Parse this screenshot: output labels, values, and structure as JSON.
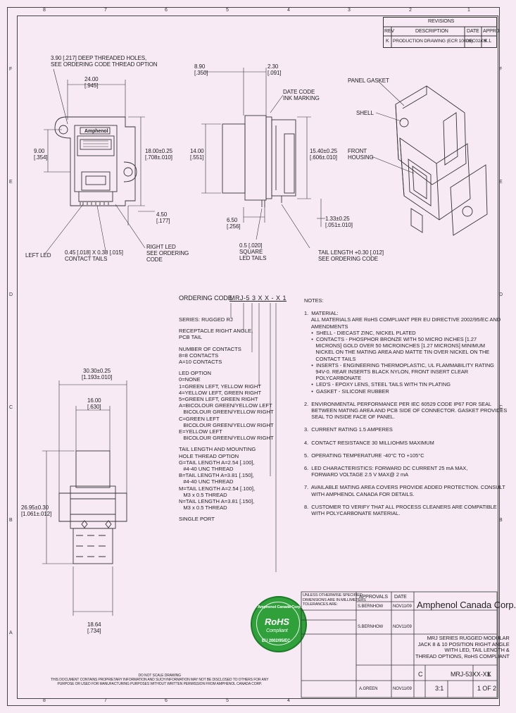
{
  "zones_top": [
    "8",
    "7",
    "6",
    "5",
    "4",
    "3",
    "2",
    "1"
  ],
  "zones_side": [
    "F",
    "E",
    "D",
    "C",
    "B",
    "A"
  ],
  "revisions": {
    "title": "REVISIONS",
    "headers": [
      "REV",
      "DESCRIPTION",
      "DATE",
      "APPRD"
    ],
    "row": [
      "K",
      "PRODUCTION DRAWING (ECR 10009)",
      "DEC02/09",
      "K.L"
    ]
  },
  "front_view": {
    "hole_note": "3.90 [.217] DEEP THREADED HOLES,\nSEE ORDERING CODE THREAD OPTION",
    "dim_width": "24.00\n[.945]",
    "dim_left": "9.00\n[.354]",
    "dim_height": "18.00±0.25\n[.708±.010]",
    "logo": "Amphenol",
    "dim_450": "4.50\n[.177]",
    "left_led": "LEFT LED",
    "contact_tails": "0.45 [.018] X 0.38 [.015]\nCONTACT TAILS",
    "right_led": "RIGHT LED\nSEE ORDERING\nCODE"
  },
  "side_view": {
    "dim_890": "8.90\n[.350]",
    "dim_230": "2.30\n[.091]",
    "date_code": "DATE CODE\nINK MARKING",
    "dim_1400": "14.00\n[.551]",
    "dim_1540": "15.40±0.25\n[.606±.010]",
    "dim_650": "6.50\n[.256]",
    "led_tails": "0.5 [.020]\nSQUARE\nLED TAILS",
    "dim_133": "1.33±0.25\n[.051±.010]",
    "tail_length": "TAIL LENGTH +0.30 [.012]\nSEE ORDERING CODE"
  },
  "iso_view": {
    "panel_gasket": "PANEL GASKET",
    "shell": "SHELL",
    "front_housing": "FRONT\nHOUSING"
  },
  "bottom_view": {
    "dim_3030": "30.30±0.25\n[1.193±.010]",
    "dim_1600": "16.00\n[.630]",
    "dim_2695": "26.95±0.30\n[1.061±.012]",
    "dim_1864": "18.64\n[.734]"
  },
  "ordering": {
    "title": "ORDERING CODE",
    "code": "MRJ-5 3 X X - X 1",
    "series": "SERIES: RUGGED RJ",
    "receptacle": "RECEPTACLE RIGHT ANGLE,\nPCB TAIL",
    "contacts": "NUMBER OF CONTACTS\n8=8 CONTACTS\nA=10 CONTACTS",
    "led": "LED OPTION\n0=NONE\n1=GREEN LEFT, YELLOW RIGHT\n4=YELLOW LEFT, GREEN RIGHT\n5=GREEN LEFT, GREEN RIGHT\nA=BICOLOUR GREEN/YELLOW LEFT\n   BICOLOUR GREEN/YELLOW RIGHT\nC=GREEN LEFT\n   BICOLOUR GREEN/YELLOW RIGHT\nE=YELLOW LEFT\n   BICOLOUR GREEN/YELLOW RIGHT",
    "tail": "TAIL LENGTH AND MOUNTING\nHOLE THREAD OPTION\nG=TAIL LENGTH A=2.54 [.100],\n   #4-40 UNC THREAD\nB=TAIL LENGTH A=3.81 [.150],\n   #4-40 UNC THREAD\nM=TAIL LENGTH A=2.54 [.100],\n   M3 x 0.5 THREAD\nN=TAIL LENGTH A=3.81 [.150],\n   M3 x 0.5 THREAD",
    "single": "SINGLE PORT"
  },
  "notes": {
    "title": "NOTES:",
    "items": [
      "1.  MATERIAL:\n     ALL MATERIALS ARE RoHS COMPLIANT PER EU DIRECTIVE 2002/95/EC AND\n     AMENDMENTS\n     •  SHELL - DIECAST ZINC, NICKEL PLATED\n     •  CONTACTS - PHOSPHOR BRONZE WITH 50 MICRO INCHES [1.27\n        MICRONS] GOLD OVER 50 MICROINCHES [1.27 MICRONS] MINIMUM\n        NICKEL ON THE MATING AREA AND MATTE TIN OVER NICKEL ON THE\n        CONTACT TAILS\n     •  INSERTS - ENGINEERING THERMOPLASTIC, UL FLAMMABILITY RATING\n        94V-0. REAR INSERTS BLACK NYLON, FRONT INSERT CLEAR\n        POLYCARBONATE\n     •  LED'S - EPOXY LENS, STEEL TAILS WITH TIN PLATING\n     •  GASKET - SILICONE RUBBER",
      "2.  ENVIRONMENTAL PERFORMANCE PER IEC 60529 CODE IP67 FOR SEAL\n     BETWEEN MATING AREA AND PCB SIDE OF CONNECTOR. GASKET PROVIDES\n     SEAL TO INSIDE FACE OF PANEL.",
      "3.  CURRENT RATING 1.5 AMPERES",
      "4.  CONTACT RESISTANCE 30 MILLIOHMS MAXIMUM",
      "5.  OPERATING TEMPERATURE -40°C TO +105°C",
      "6.  LED CHARACTERISTICS: FORWARD DC CURRENT 25 mA MAX,\n     FORWARD VOLTAGE 2.5 V MAX@ 2 mA",
      "7.  AVAILABLE MATING AREA COVERS PROVIDE ADDED PROTECTION. CONSULT\n     WITH AMPHENOL CANADA FOR DETAILS.",
      "8.  CUSTOMER TO VERIFY THAT ALL PROCESS CLEANERS ARE COMPATIBLE\n     WITH POLYCARBONATE MATERIAL."
    ]
  },
  "stamp": {
    "top": "Amphenol Canada Corp.",
    "middle": "RoHS",
    "sub": "Compliant",
    "bottom": "EU 2002/95/EC"
  },
  "title_block": {
    "unless": "UNLESS OTHERWISE SPECIFIED\nDIMENSIONS ARE IN MILLIMETERS\nTOLERANCES ARE:",
    "approvals": "APPROVALS",
    "date": "DATE",
    "drawn_by": "S.BERNHOW",
    "drawn_date": "NOV11/09",
    "company": "Amphenol Canada Corp.",
    "checked_by": "S.BERNHOW",
    "checked_date": "NOV11/09",
    "title": "MRJ SERIES RUGGED MODULAR\nJACK 8 & 10 POSITION RIGHT ANGLE\nWITH LED, TAIL LENGTH &\nTHREAD OPTIONS, RoHS COMPLIANT",
    "size": "C",
    "part_no": "MRJ-53XX-X1",
    "rev": "K",
    "approved_by": "A.GREEN",
    "approved_date": "NOV11/09",
    "scale": "3:1",
    "sheet": "1 OF 2",
    "disclaimer": "DO NOT SCALE DRAWING\nTHIS DOCUMENT CONTAINS PROPRIETARY INFORMATION AND SUCH INFORMATION MAY NOT BE DISCLOSED TO OTHERS FOR ANY\nPURPOSE OR USED FOR MANUFACTURING PURPOSES WITHOUT WRITTEN PERMISSION FROM AMPHENOL CANADA CORP."
  }
}
